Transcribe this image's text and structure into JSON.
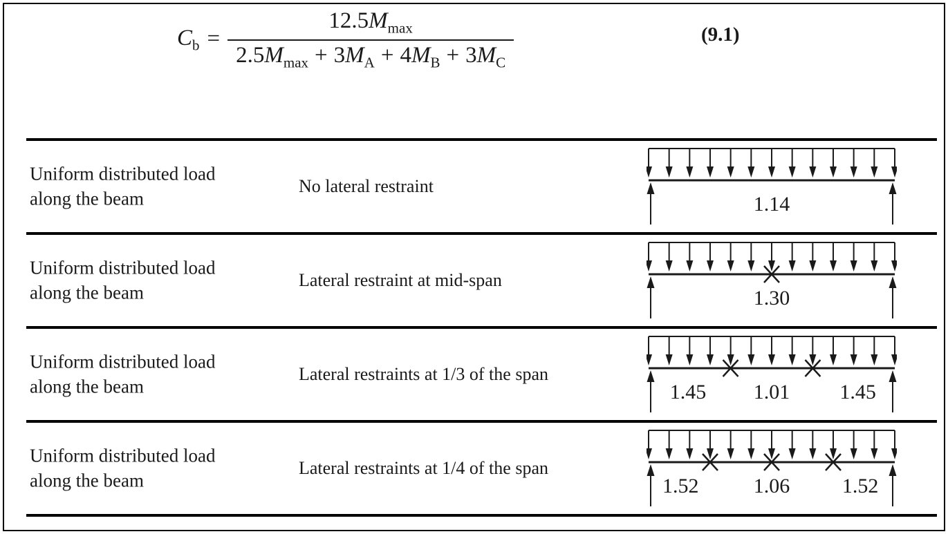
{
  "equation": {
    "lhs_base": "C",
    "lhs_sub": "b",
    "equals_sign": "=",
    "numerator_coef": "12.5",
    "numerator_var": "M",
    "numerator_sub": "max",
    "denominator_terms": [
      {
        "op": "",
        "coef": "2.5",
        "var": "M",
        "sub": "max"
      },
      {
        "op": "+",
        "coef": "3",
        "var": "M",
        "sub": "A"
      },
      {
        "op": "+",
        "coef": "4",
        "var": "M",
        "sub": "B"
      },
      {
        "op": "+",
        "coef": "3",
        "var": "M",
        "sub": "C"
      }
    ],
    "number": "(9.1)"
  },
  "table": {
    "rows": [
      {
        "load_label": "Uniform distributed load along the beam",
        "restraint_label": "No lateral restraint",
        "diagram": {
          "arrow_count": 13,
          "restraint_fractions": [],
          "cb_values": [
            {
              "pos": 0.5,
              "label": "1.14"
            }
          ]
        }
      },
      {
        "load_label": "Uniform distributed load along the beam",
        "restraint_label": "Lateral restraint at mid-span",
        "diagram": {
          "arrow_count": 13,
          "restraint_fractions": [
            0.5
          ],
          "cb_values": [
            {
              "pos": 0.5,
              "label": "1.30"
            }
          ]
        }
      },
      {
        "load_label": "Uniform distributed load along the beam",
        "restraint_label": "Lateral restraints at 1/3 of the span",
        "diagram": {
          "arrow_count": 13,
          "restraint_fractions": [
            0.333,
            0.667
          ],
          "cb_values": [
            {
              "pos": 0.16,
              "label": "1.45"
            },
            {
              "pos": 0.5,
              "label": "1.01"
            },
            {
              "pos": 0.85,
              "label": "1.45"
            }
          ]
        }
      },
      {
        "load_label": "Uniform distributed load along the beam",
        "restraint_label": "Lateral restraints at 1/4 of the span",
        "diagram": {
          "arrow_count": 13,
          "restraint_fractions": [
            0.25,
            0.5,
            0.75
          ],
          "cb_values": [
            {
              "pos": 0.13,
              "label": "1.52"
            },
            {
              "pos": 0.5,
              "label": "1.06"
            },
            {
              "pos": 0.86,
              "label": "1.52"
            }
          ]
        }
      }
    ]
  },
  "colors": {
    "ink": "#1a1a1a",
    "background": "#ffffff"
  }
}
